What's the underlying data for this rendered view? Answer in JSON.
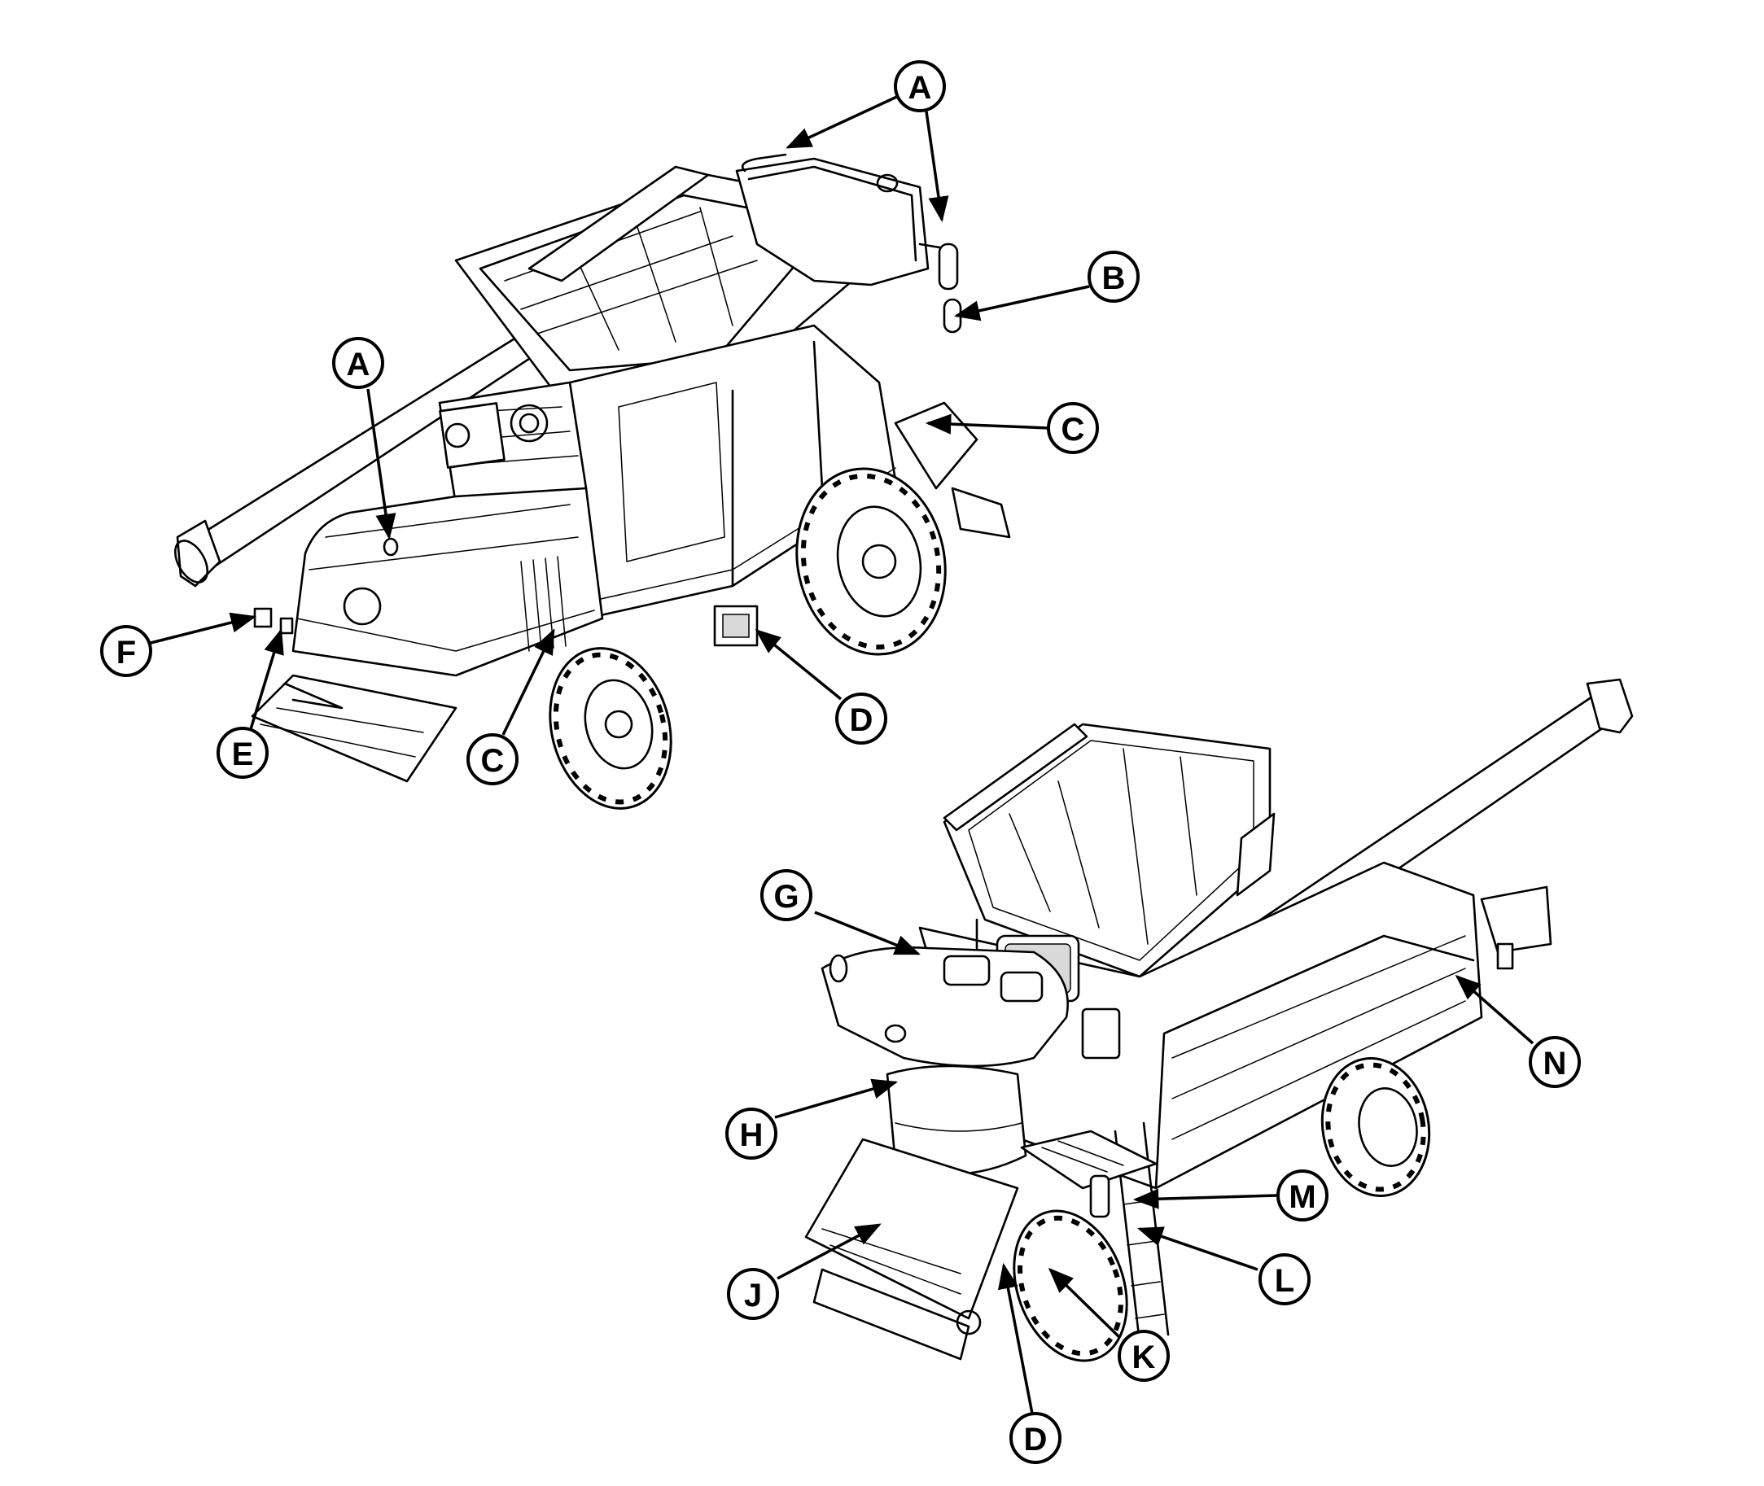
{
  "diagram": {
    "colors": {
      "line": "#000000",
      "background": "#ffffff",
      "shade": "#d9d9d9"
    },
    "callouts": [
      {
        "id": "A1",
        "label": "A"
      },
      {
        "id": "A2",
        "label": "A"
      },
      {
        "id": "B",
        "label": "B"
      },
      {
        "id": "C1",
        "label": "C"
      },
      {
        "id": "C2",
        "label": "C"
      },
      {
        "id": "D1",
        "label": "D"
      },
      {
        "id": "D2",
        "label": "D"
      },
      {
        "id": "E",
        "label": "E"
      },
      {
        "id": "F",
        "label": "F"
      },
      {
        "id": "G",
        "label": "G"
      },
      {
        "id": "H",
        "label": "H"
      },
      {
        "id": "J",
        "label": "J"
      },
      {
        "id": "K",
        "label": "K"
      },
      {
        "id": "L",
        "label": "L"
      },
      {
        "id": "M",
        "label": "M"
      },
      {
        "id": "N",
        "label": "N"
      }
    ]
  }
}
